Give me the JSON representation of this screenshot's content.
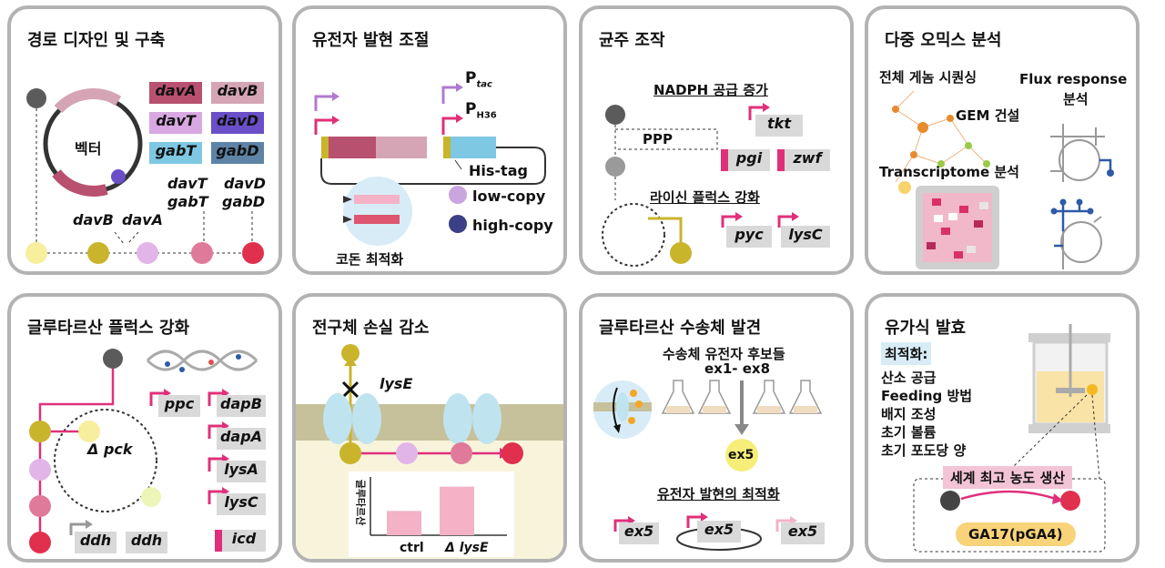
{
  "colors": {
    "davA": "#b85070",
    "davB": "#d5a5b5",
    "davT": "#d9a8e3",
    "davD": "#6a4fc9",
    "gabT": "#7ec8e3",
    "gabD": "#5d84a6",
    "magenta": "#e0307a",
    "lightpink": "#f3b2c6",
    "olive": "#c9b42c",
    "lightyellow": "#f7ee9e",
    "lightviolet": "#e2b5e9",
    "pink": "#e07a9a",
    "red": "#e0304e",
    "darkgray": "#5b5b5b",
    "navy": "#3a3f86",
    "panelBorder": "#b3b3b3",
    "geneBox": "#d9d9d9",
    "membrane": "#c6c19a",
    "cytoplasm": "#f8f4dc",
    "transporter": "#bfe3ef",
    "accentBox": "#d8ecf7",
    "highlightPink": "#f2c4d5",
    "gaBox": "#f9d37a"
  },
  "panels": [
    {
      "id": "pathway-design",
      "title": "경로 디자인 및 구축",
      "vector_label": "벡터",
      "genes": [
        "davA",
        "davB",
        "davT",
        "davD",
        "gabT",
        "gabD"
      ],
      "labels": {
        "davB": "davB",
        "davA": "davA",
        "davT": "davT",
        "gabT": "gabT",
        "davD": "davD",
        "gabD": "gabD"
      }
    },
    {
      "id": "gene-expression",
      "title": "유전자 발현 조절",
      "promoter_tac": "P",
      "promoter_tac_sub": "tac",
      "promoter_h36": "P",
      "promoter_h36_sub": "H36",
      "his_tag": "His-tag",
      "low_copy": "low-copy",
      "high_copy": "high-copy",
      "codon_opt": "코돈 최적화"
    },
    {
      "id": "strain-engineering",
      "title": "균주 조작",
      "nadph": "NADPH 공급 증가",
      "ppp": "PPP",
      "tkt": "tkt",
      "pgi": "pgi",
      "zwf": "zwf",
      "lysine_flux": "라이신 플럭스 강화",
      "pyc": "pyc",
      "lysC": "lysC"
    },
    {
      "id": "multi-omics",
      "title": "다중 오믹스 분석",
      "wgs": "전체 게놈 시퀀싱",
      "flux_response_1": "Flux response",
      "flux_response_2": "분석",
      "gem": "GEM 건설",
      "transcriptome": "Transcriptome 분석"
    },
    {
      "id": "glutarate-flux",
      "title": "글루타르산 플럭스 강화",
      "delta_pck": "Δ pck",
      "ppc": "ppc",
      "dapB": "dapB",
      "dapA": "dapA",
      "lysA": "lysA",
      "lysC": "lysC",
      "icd": "icd",
      "ddh1": "ddh",
      "ddh2": "ddh"
    },
    {
      "id": "precursor-loss",
      "title": "전구체 손실 감소",
      "lysE": "lysE",
      "ylabel": "글루타르산",
      "chart_data": {
        "type": "bar",
        "categories": [
          "ctrl",
          "Δ lysE"
        ],
        "values": [
          1.0,
          2.0
        ],
        "title": "",
        "xlabel": "",
        "ylabel": "글루타르산",
        "ylim": [
          0,
          2.4
        ]
      }
    },
    {
      "id": "transporter-discovery",
      "title": "글루타르산 수송체 발견",
      "candidates": "수송체 유전자 후보들",
      "range": "ex1- ex8",
      "selected": "ex5",
      "optimization": "유전자 발현의 최적화",
      "ex5_a": "ex5",
      "ex5_b": "ex5",
      "ex5_c": "ex5"
    },
    {
      "id": "fed-batch",
      "title": "유가식 발효",
      "optimization_label": "최적화:",
      "items": [
        "산소 공급",
        "Feeding 방법",
        "배지 조성",
        "초기 볼륨",
        "초기 포도당 양"
      ],
      "record": "세계 최고 농도 생산",
      "strain": "GA17(pGA4)"
    }
  ]
}
